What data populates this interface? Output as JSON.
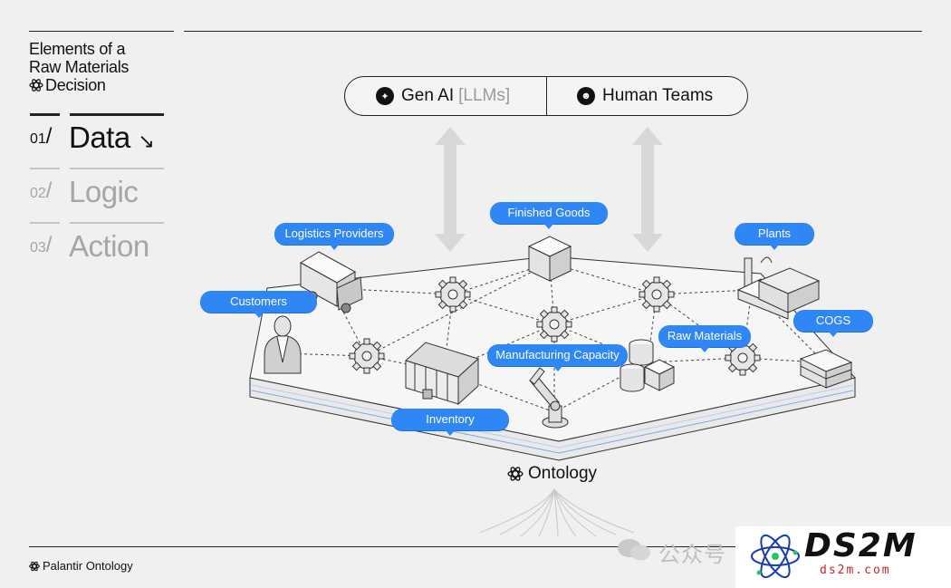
{
  "sidebar": {
    "title_lines": [
      "Elements of a",
      "Raw Materials",
      "Decision"
    ],
    "steps": [
      {
        "num": "01",
        "label": "Data",
        "arrow": "↘"
      },
      {
        "num": "02",
        "label": "Logic"
      },
      {
        "num": "03",
        "label": "Action"
      }
    ],
    "slash": "/"
  },
  "top_pill": {
    "left": {
      "label": "Gen AI",
      "muted": "[LLMs]",
      "icon": "sparkle-icon"
    },
    "right": {
      "label": "Human Teams",
      "icon": "people-icon"
    }
  },
  "tags": {
    "finished_goods": "Finished Goods",
    "logistics": "Logistics Providers",
    "plants": "Plants",
    "customers": "Customers",
    "cogs": "COGS",
    "raw_materials": "Raw Materials",
    "manufacturing": "Manufacturing Capacity",
    "inventory": "Inventory"
  },
  "ontology_label": "Ontology",
  "footer": {
    "label": "Palantir Ontology"
  },
  "watermark": {
    "text": "公众号 ·",
    "brand": "DS2M",
    "url": "ds2m.com"
  },
  "colors": {
    "accent": "#2f87f5",
    "ink": "#111111",
    "muted": "#a6a6a6",
    "background": "#f0f0f0"
  }
}
